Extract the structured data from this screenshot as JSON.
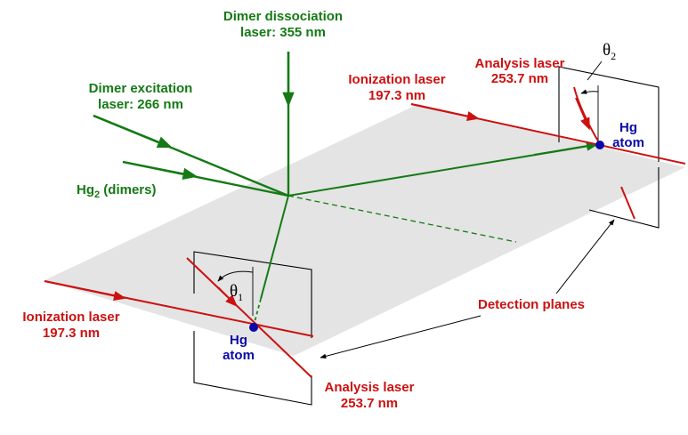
{
  "colors": {
    "green": "#157a15",
    "red": "#cc1111",
    "blue": "#0a0aa8",
    "plane": "#e4e4e4",
    "frame": "#000000"
  },
  "labels": {
    "dissociation_laser_l1": "Dimer dissociation",
    "dissociation_laser_l2": "laser: 355 nm",
    "excitation_laser_l1": "Dimer excitation",
    "excitation_laser_l2": "laser: 266 nm",
    "dimers_l1": "Hg",
    "dimers_sub": "2",
    "dimers_l2": " (dimers)",
    "ionization_right_l1": "Ionization laser",
    "ionization_right_l2": "197.3 nm",
    "analysis_right_l1": "Analysis laser",
    "analysis_right_l2": "253.7 nm",
    "theta": "θ",
    "theta2_sub": "2",
    "theta1_sub": "1",
    "hg_right_l1": "Hg",
    "hg_right_l2": "atom",
    "ionization_left_l1": "Ionization laser",
    "ionization_left_l2": "197.3 nm",
    "hg_left_l1": "Hg",
    "hg_left_l2": "atom",
    "analysis_left_l1": "Analysis laser",
    "analysis_left_l2": "253.7 nm",
    "detection_planes": "Detection planes"
  }
}
